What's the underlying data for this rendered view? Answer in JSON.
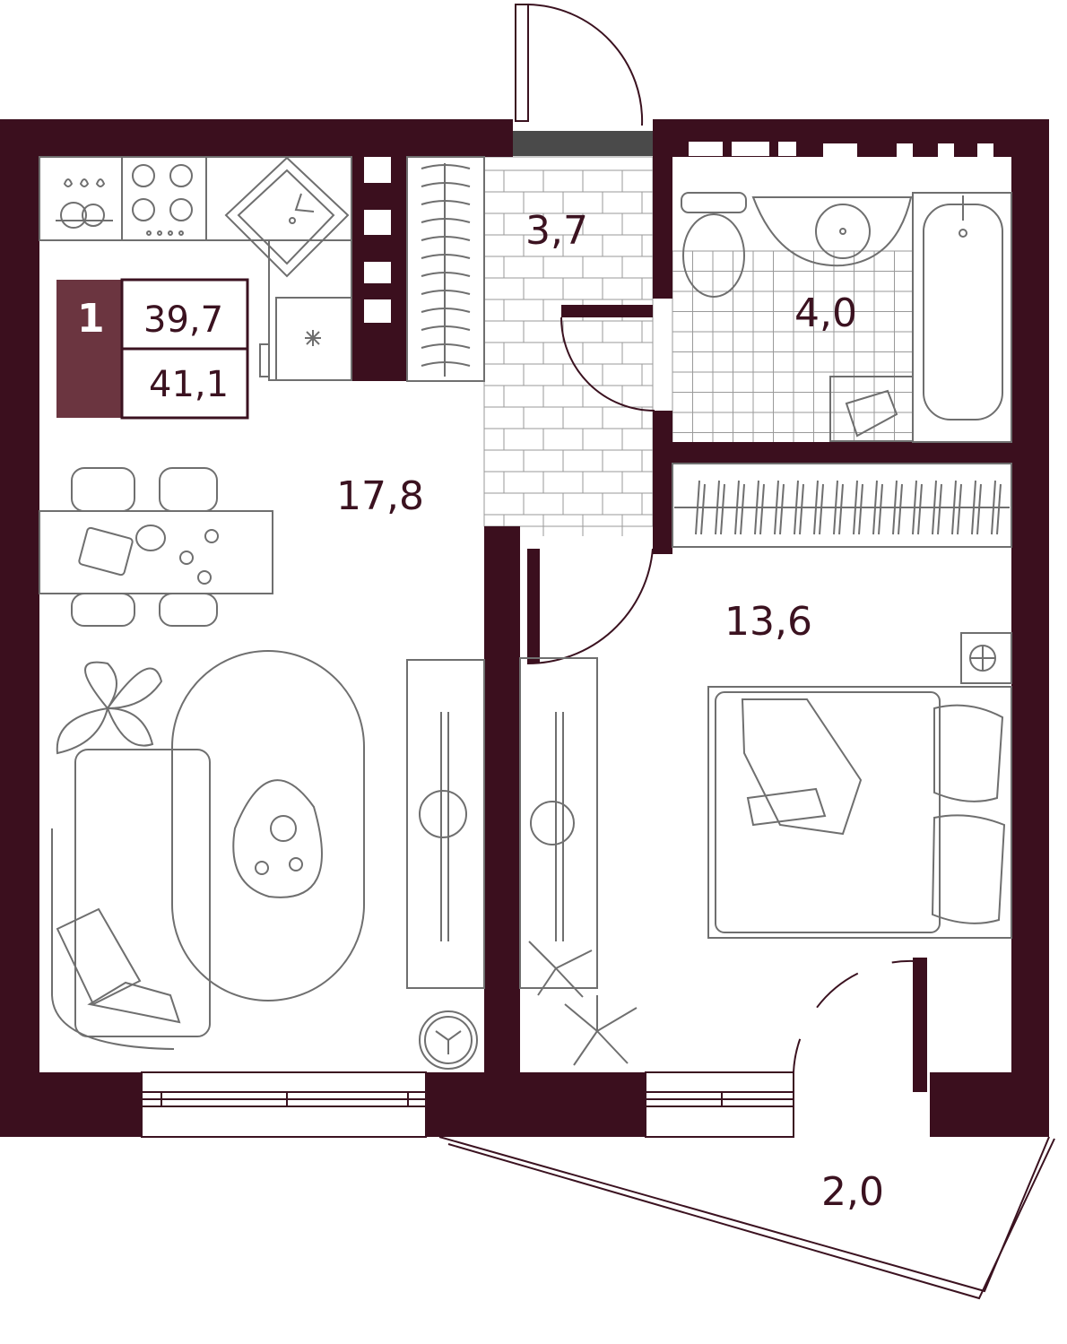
{
  "colors": {
    "wall": "#3b0f1e",
    "accent": "#6b3540",
    "window_frame": "#4a4a4a",
    "furniture": "#6f6f6f"
  },
  "badge": {
    "rooms": "1",
    "living_area": "39,7",
    "total_area": "41,1"
  },
  "rooms": {
    "kitchen_living": "17,8",
    "hallway": "3,7",
    "bathroom": "4,0",
    "bedroom": "13,6",
    "balcony": "2,0"
  }
}
